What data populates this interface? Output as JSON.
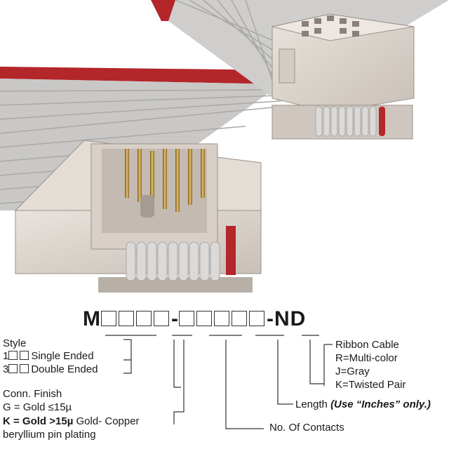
{
  "part_number": {
    "prefix": "M",
    "sep": "-",
    "suffix": "-ND"
  },
  "style": {
    "heading": "Style",
    "options": [
      {
        "code": "1",
        "label": "Single Ended"
      },
      {
        "code": "3",
        "label": "Double Ended"
      }
    ]
  },
  "finish": {
    "heading": "Conn. Finish",
    "options": [
      {
        "label": "G = Gold ≤15µ"
      },
      {
        "label": "K = Gold >15µ",
        "extra": " Gold- Copper"
      }
    ],
    "note": "beryllium pin plating"
  },
  "contacts": {
    "label": "No. Of Contacts"
  },
  "length": {
    "label": "Length",
    "note": "(Use “Inches” only.)"
  },
  "cable": {
    "heading": "Ribbon Cable",
    "options": [
      "R=Multi-color",
      "J=Gray",
      "K=Twisted Pair"
    ]
  },
  "colors": {
    "cable_gray": "#c9c8c6",
    "cable_red": "#b3262a",
    "connector": "#d9d2cb",
    "pin_gold": "#b5892f"
  }
}
